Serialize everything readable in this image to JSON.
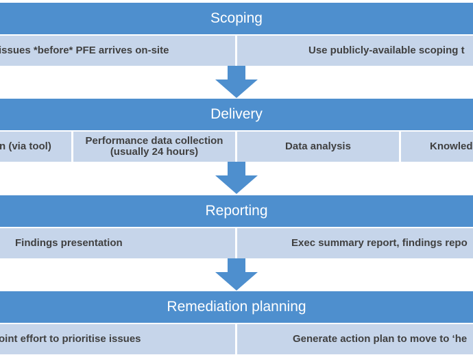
{
  "stages": [
    {
      "title": "Scoping",
      "cells": [
        "issues *before* PFE arrives on-site",
        "Use publicly-available scoping t"
      ]
    },
    {
      "title": "Delivery",
      "cells": [
        "n (via tool)",
        "Performance data collection\n(usually 24 hours)",
        "Data analysis",
        "Knowled"
      ]
    },
    {
      "title": "Reporting",
      "cells": [
        "Findings presentation",
        "Exec summary report, findings repo"
      ]
    },
    {
      "title": "Remediation planning",
      "cells": [
        "oint effort to prioritise issues",
        "Generate action plan to move to ‘he"
      ]
    }
  ],
  "colors": {
    "header": "#4e8fce",
    "cell": "#c6d5ea",
    "arrow": "#4e8fce",
    "header_text": "#ffffff",
    "cell_text": "#404040"
  }
}
